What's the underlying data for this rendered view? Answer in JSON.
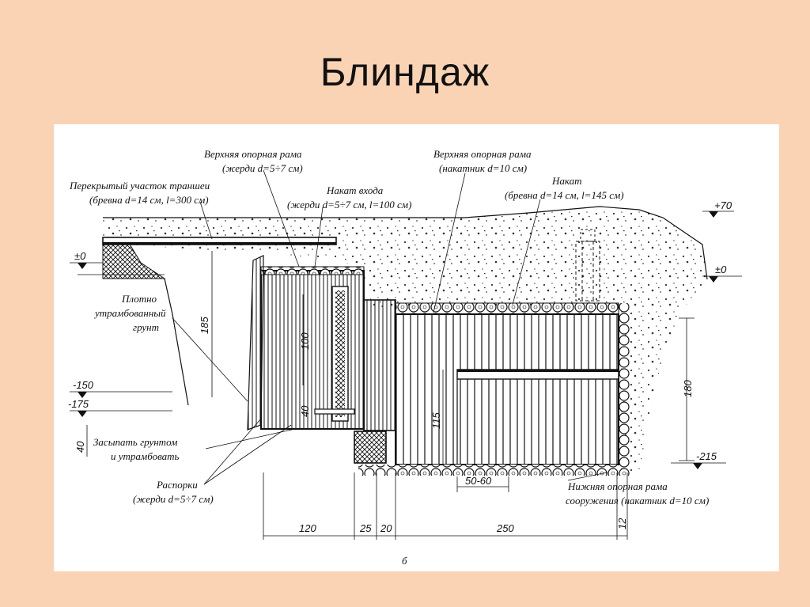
{
  "slide": {
    "title": "Блиндаж"
  },
  "labels": {
    "upper_frame_poles_1": "Верхняя опорная рама",
    "upper_frame_poles_2": "(жерди d=5÷7 см)",
    "upper_frame_logs_1": "Верхняя опорная рама",
    "upper_frame_logs_2": "(накатник d=10 см)",
    "covered_trench_1": "Перекрытый участок траншеи",
    "covered_trench_2": "(бревна d=14 см, l=300 см)",
    "entry_roll_1": "Накат входа",
    "entry_roll_2": "(жерди d=5÷7 см, l=100 см)",
    "roll_1": "Накат",
    "roll_2": "(бревна d=14 см, l=145 см)",
    "compacted_soil_1": "Плотно",
    "compacted_soil_2": "утрамбованный",
    "compacted_soil_3": "грунт",
    "backfill_1": "Засыпать грунтом",
    "backfill_2": "и утрамбовать",
    "struts_1": "Распорки",
    "struts_2": "(жерди d=5÷7 см)",
    "lower_frame_1": "Нижняя опорная рама",
    "lower_frame_2": "сооружения (накатник d=10 см)",
    "figure_letter": "б"
  },
  "levels": {
    "plus70": "+70",
    "zero_left": "±0",
    "zero_right": "±0",
    "minus150": "-150",
    "minus175": "-175",
    "minus215": "-215"
  },
  "dimensions": {
    "d185": "185",
    "d100": "100",
    "d40_inner": "40",
    "d40_left": "40",
    "d115": "115",
    "d180": "180",
    "d50_60": "50-60",
    "d120": "120",
    "d25": "25",
    "d20": "20",
    "d250": "250",
    "d12": "12"
  }
}
